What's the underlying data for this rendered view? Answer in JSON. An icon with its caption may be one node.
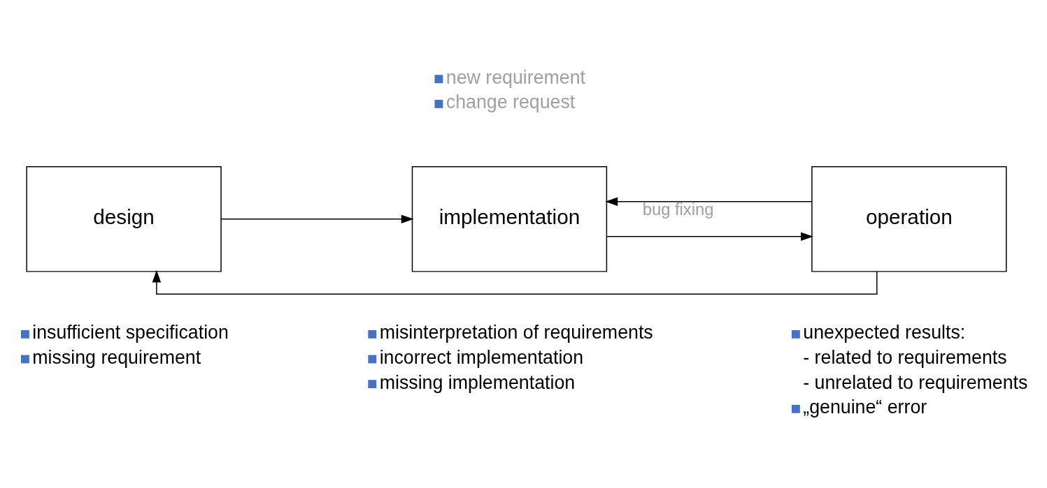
{
  "diagram": {
    "nodes": [
      {
        "text": [
          "design"
        ]
      },
      {
        "text": [
          "implementation"
        ]
      },
      {
        "text": [
          "operation"
        ]
      }
    ],
    "edges": [
      {
        "from": 0,
        "to": 1,
        "arrow": "to"
      },
      {
        "from": 1,
        "to": 2,
        "arrow": "to"
      },
      {
        "from": 2,
        "to": 1,
        "arrow": "to",
        "label": "bug fixing"
      },
      {
        "from": 2,
        "to": 0,
        "arrow": "to"
      }
    ],
    "labels": [
      "new requirement",
      "change request",
      "insufficient specification",
      "missing requirement",
      "misinterpretation of requirements",
      "incorrect implementation",
      "missing implementation",
      "unexpected results:",
      "- related to requirements",
      "- unrelated to requirements",
      "„genuine“ error"
    ]
  }
}
